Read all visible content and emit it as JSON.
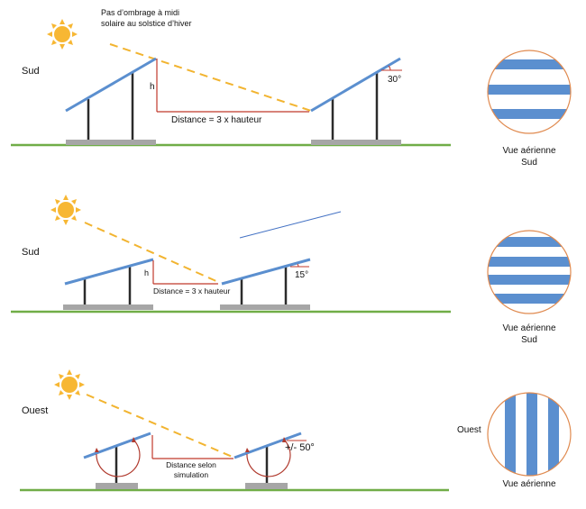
{
  "colors": {
    "panel": "#5b8fcf",
    "post": "#2b2b2b",
    "base": "#a6a6a6",
    "ground": "#70ad47",
    "shadow_line": "#f2b430",
    "dimension": "#c0392b",
    "sun": "#f7b733",
    "circle_border": "#e08a4f",
    "stray_line": "#4472c4"
  },
  "sections": [
    {
      "orientation_label": "Sud",
      "annotation": "Pas d’ombrage à midi\nsolaire au solstice d’hiver",
      "annotation_line1": "Pas d’ombrage à midi",
      "annotation_line2": "solaire au solstice d’hiver",
      "height_label": "h",
      "distance_label": "Distance = 3 x hauteur",
      "tilt_label": "30°",
      "aerial_label_line1": "Vue aérienne",
      "aerial_label_line2": "Sud",
      "aerial_stripes": "horizontal",
      "aerial_stripe_count": 3
    },
    {
      "orientation_label": "Sud",
      "height_label": "h",
      "distance_label": "Distance = 3 x hauteur",
      "tilt_label": "15°",
      "aerial_label_line1": "Vue aérienne",
      "aerial_label_line2": "Sud",
      "aerial_stripes": "horizontal",
      "aerial_stripe_count": 4
    },
    {
      "orientation_label": "Ouest",
      "distance_label_line1": "Distance selon",
      "distance_label_line2": "simulation",
      "tilt_label": "+/- 50°",
      "aerial_side_label": "Ouest",
      "aerial_label_line1": "Vue aérienne",
      "aerial_stripes": "vertical",
      "aerial_stripe_count": 3
    }
  ]
}
